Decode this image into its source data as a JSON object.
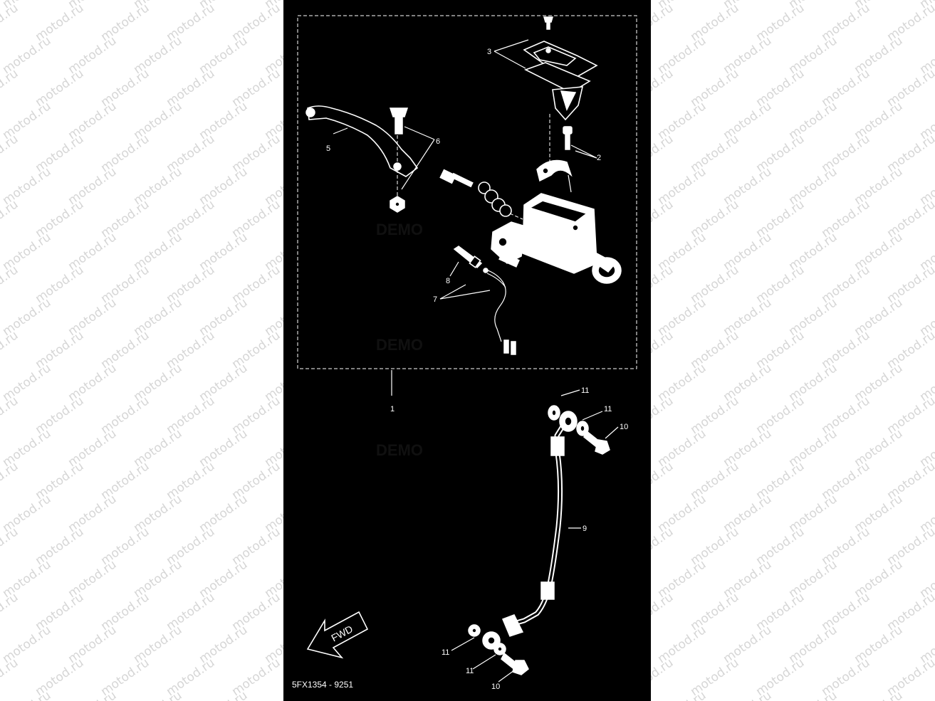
{
  "watermark": "motod.ru",
  "callouts": {
    "c1": "1",
    "c2": "2",
    "c3": "3",
    "c5": "5",
    "c6": "6",
    "c7": "7",
    "c8": "8",
    "c9": "9",
    "c10a": "10",
    "c10b": "10",
    "c11a": "11",
    "c11b": "11",
    "c11c": "11",
    "c11d": "11"
  },
  "fwd_arrow": "FWD",
  "diagram_code": "5FX1354 - 9251",
  "faint_marks": [
    "DEMO",
    "DEMO",
    "DEMO"
  ],
  "colors": {
    "background": "#000000",
    "linework": "#ffffff",
    "page": "#ffffff",
    "watermark": "#d6d6d6"
  }
}
